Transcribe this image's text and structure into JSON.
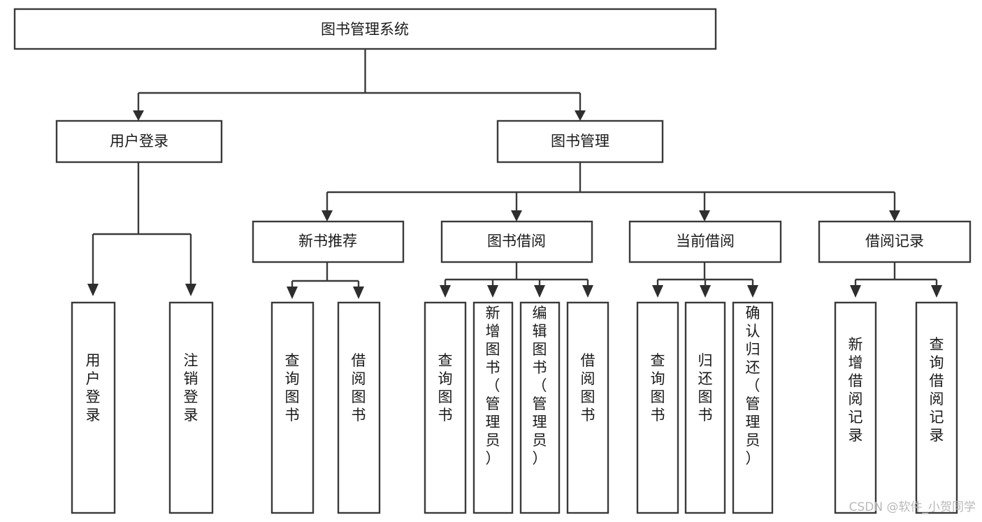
{
  "diagram": {
    "title": "图书管理系统",
    "type": "tree-hierarchy",
    "root": {
      "id": "root",
      "label": "图书管理系统",
      "orientation": "horizontal"
    },
    "level2": [
      {
        "id": "user-login",
        "label": "用户登录",
        "orientation": "horizontal"
      },
      {
        "id": "book-manage",
        "label": "图书管理",
        "orientation": "horizontal"
      }
    ],
    "level3": [
      {
        "id": "new-book-recommend",
        "label": "新书推荐",
        "orientation": "horizontal",
        "parent": "book-manage"
      },
      {
        "id": "book-borrow",
        "label": "图书借阅",
        "orientation": "horizontal",
        "parent": "book-manage"
      },
      {
        "id": "current-borrow",
        "label": "当前借阅",
        "orientation": "horizontal",
        "parent": "book-manage"
      },
      {
        "id": "borrow-record",
        "label": "借阅记录",
        "orientation": "horizontal",
        "parent": "book-manage"
      }
    ],
    "leaves": [
      {
        "id": "leaf-user-login",
        "label": "用户登录",
        "orientation": "vertical",
        "parent": "user-login"
      },
      {
        "id": "leaf-logout-login",
        "label": "注销登录",
        "orientation": "vertical",
        "parent": "user-login"
      },
      {
        "id": "leaf-query-book-1",
        "label": "查询图书",
        "orientation": "vertical",
        "parent": "new-book-recommend"
      },
      {
        "id": "leaf-borrow-book-1",
        "label": "借阅图书",
        "orientation": "vertical",
        "parent": "new-book-recommend"
      },
      {
        "id": "leaf-query-book-2",
        "label": "查询图书",
        "orientation": "vertical",
        "parent": "book-borrow"
      },
      {
        "id": "leaf-add-book",
        "label": "新增图书（管理员）",
        "orientation": "vertical",
        "parent": "book-borrow"
      },
      {
        "id": "leaf-edit-book",
        "label": "编辑图书（管理员）",
        "orientation": "vertical",
        "parent": "book-borrow"
      },
      {
        "id": "leaf-borrow-book-2",
        "label": "借阅图书",
        "orientation": "vertical",
        "parent": "book-borrow"
      },
      {
        "id": "leaf-query-book-3",
        "label": "查询图书",
        "orientation": "vertical",
        "parent": "current-borrow"
      },
      {
        "id": "leaf-return-book",
        "label": "归还图书",
        "orientation": "vertical",
        "parent": "current-borrow"
      },
      {
        "id": "leaf-confirm-return",
        "label": "确认归还（管理员）",
        "orientation": "vertical",
        "parent": "current-borrow"
      },
      {
        "id": "leaf-add-record",
        "label": "新增借阅记录",
        "orientation": "vertical",
        "parent": "borrow-record"
      },
      {
        "id": "leaf-query-record",
        "label": "查询借阅记录",
        "orientation": "vertical",
        "parent": "borrow-record"
      }
    ],
    "colors": {
      "box_stroke": "#3a3a3a",
      "box_fill": "#ffffff",
      "connector": "#3a3a3a",
      "text": "#1a1a1a",
      "background": "#ffffff",
      "watermark": "#b9b9b9"
    }
  },
  "watermark": {
    "text": "CSDN @软件_小贺同学"
  }
}
